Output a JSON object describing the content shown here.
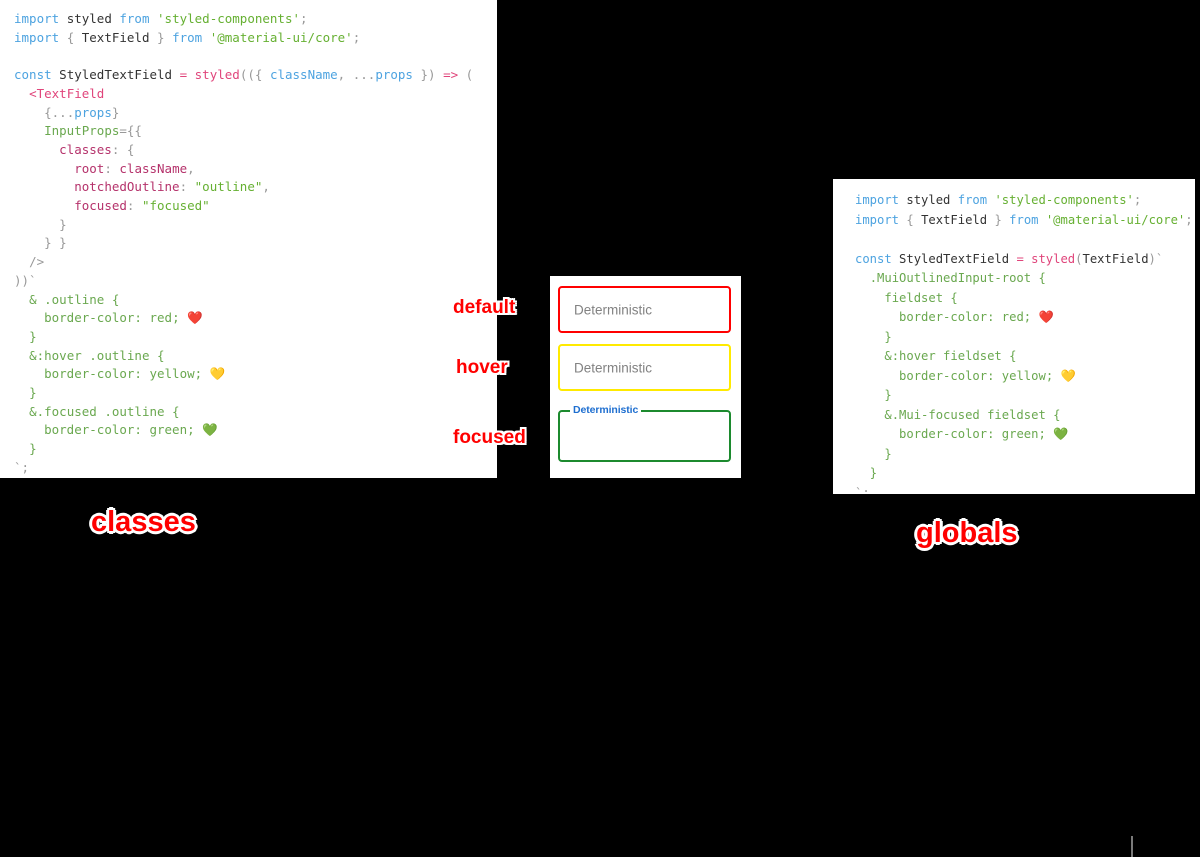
{
  "panels": {
    "classes": {
      "caption": "classes",
      "code_lines": [
        [
          {
            "t": "import",
            "c": "kw"
          },
          {
            "t": " ",
            "c": "plain"
          },
          {
            "t": "styled",
            "c": "def"
          },
          {
            "t": " ",
            "c": "plain"
          },
          {
            "t": "from",
            "c": "kw"
          },
          {
            "t": " ",
            "c": "plain"
          },
          {
            "t": "'styled-components'",
            "c": "str"
          },
          {
            "t": ";",
            "c": "punc"
          }
        ],
        [
          {
            "t": "import",
            "c": "kw"
          },
          {
            "t": " ",
            "c": "plain"
          },
          {
            "t": "{",
            "c": "punc"
          },
          {
            "t": " ",
            "c": "plain"
          },
          {
            "t": "TextField",
            "c": "def"
          },
          {
            "t": " ",
            "c": "plain"
          },
          {
            "t": "}",
            "c": "punc"
          },
          {
            "t": " ",
            "c": "plain"
          },
          {
            "t": "from",
            "c": "kw"
          },
          {
            "t": " ",
            "c": "plain"
          },
          {
            "t": "'@material-ui/core'",
            "c": "str"
          },
          {
            "t": ";",
            "c": "punc"
          }
        ],
        [],
        [
          {
            "t": "const",
            "c": "kw"
          },
          {
            "t": " ",
            "c": "plain"
          },
          {
            "t": "StyledTextField",
            "c": "def"
          },
          {
            "t": " ",
            "c": "plain"
          },
          {
            "t": "=",
            "c": "op"
          },
          {
            "t": " ",
            "c": "plain"
          },
          {
            "t": "styled",
            "c": "op"
          },
          {
            "t": "((",
            "c": "punc"
          },
          {
            "t": "{",
            "c": "punc"
          },
          {
            "t": " ",
            "c": "plain"
          },
          {
            "t": "className",
            "c": "var"
          },
          {
            "t": ",",
            "c": "punc"
          },
          {
            "t": " ",
            "c": "plain"
          },
          {
            "t": "...",
            "c": "punc"
          },
          {
            "t": "props",
            "c": "var"
          },
          {
            "t": " ",
            "c": "plain"
          },
          {
            "t": "})",
            "c": "punc"
          },
          {
            "t": " ",
            "c": "plain"
          },
          {
            "t": "=>",
            "c": "op"
          },
          {
            "t": " ",
            "c": "plain"
          },
          {
            "t": "(",
            "c": "punc"
          }
        ],
        [
          {
            "t": "  ",
            "c": "plain"
          },
          {
            "t": "<TextField",
            "c": "tag"
          }
        ],
        [
          {
            "t": "    ",
            "c": "plain"
          },
          {
            "t": "{",
            "c": "punc"
          },
          {
            "t": "...",
            "c": "punc"
          },
          {
            "t": "props",
            "c": "var"
          },
          {
            "t": "}",
            "c": "punc"
          }
        ],
        [
          {
            "t": "    ",
            "c": "plain"
          },
          {
            "t": "InputProps",
            "c": "attr"
          },
          {
            "t": "={{",
            "c": "punc"
          }
        ],
        [
          {
            "t": "      ",
            "c": "plain"
          },
          {
            "t": "classes",
            "c": "prop"
          },
          {
            "t": ":",
            "c": "punc"
          },
          {
            "t": " ",
            "c": "plain"
          },
          {
            "t": "{",
            "c": "punc"
          }
        ],
        [
          {
            "t": "        ",
            "c": "plain"
          },
          {
            "t": "root",
            "c": "prop"
          },
          {
            "t": ":",
            "c": "punc"
          },
          {
            "t": " ",
            "c": "plain"
          },
          {
            "t": "className",
            "c": "prop"
          },
          {
            "t": ",",
            "c": "punc"
          }
        ],
        [
          {
            "t": "        ",
            "c": "plain"
          },
          {
            "t": "notchedOutline",
            "c": "prop"
          },
          {
            "t": ":",
            "c": "punc"
          },
          {
            "t": " ",
            "c": "plain"
          },
          {
            "t": "\"outline\"",
            "c": "str"
          },
          {
            "t": ",",
            "c": "punc"
          }
        ],
        [
          {
            "t": "        ",
            "c": "plain"
          },
          {
            "t": "focused",
            "c": "prop"
          },
          {
            "t": ":",
            "c": "punc"
          },
          {
            "t": " ",
            "c": "plain"
          },
          {
            "t": "\"focused\"",
            "c": "str"
          }
        ],
        [
          {
            "t": "      ",
            "c": "plain"
          },
          {
            "t": "}",
            "c": "punc"
          }
        ],
        [
          {
            "t": "    ",
            "c": "plain"
          },
          {
            "t": "} }",
            "c": "punc"
          }
        ],
        [
          {
            "t": "  ",
            "c": "plain"
          },
          {
            "t": "/>",
            "c": "punc"
          }
        ],
        [
          {
            "t": "))`",
            "c": "punc"
          }
        ],
        [
          {
            "t": "  ",
            "c": "plain"
          },
          {
            "t": "& .outline {",
            "c": "sel"
          }
        ],
        [
          {
            "t": "    ",
            "c": "plain"
          },
          {
            "t": "border-color",
            "c": "sel"
          },
          {
            "t": ": ",
            "c": "sel"
          },
          {
            "t": "red",
            "c": "sel"
          },
          {
            "t": "; ",
            "c": "sel"
          },
          {
            "t": "❤️",
            "c": "emoji"
          }
        ],
        [
          {
            "t": "  ",
            "c": "plain"
          },
          {
            "t": "}",
            "c": "sel"
          }
        ],
        [
          {
            "t": "  ",
            "c": "plain"
          },
          {
            "t": "&:hover .outline {",
            "c": "sel"
          }
        ],
        [
          {
            "t": "    ",
            "c": "plain"
          },
          {
            "t": "border-color",
            "c": "sel"
          },
          {
            "t": ": ",
            "c": "sel"
          },
          {
            "t": "yellow",
            "c": "sel"
          },
          {
            "t": "; ",
            "c": "sel"
          },
          {
            "t": "💛",
            "c": "emoji"
          }
        ],
        [
          {
            "t": "  ",
            "c": "plain"
          },
          {
            "t": "}",
            "c": "sel"
          }
        ],
        [
          {
            "t": "  ",
            "c": "plain"
          },
          {
            "t": "&.focused .outline {",
            "c": "sel"
          }
        ],
        [
          {
            "t": "    ",
            "c": "plain"
          },
          {
            "t": "border-color",
            "c": "sel"
          },
          {
            "t": ": ",
            "c": "sel"
          },
          {
            "t": "green",
            "c": "sel"
          },
          {
            "t": "; ",
            "c": "sel"
          },
          {
            "t": "💚",
            "c": "emoji"
          }
        ],
        [
          {
            "t": "  ",
            "c": "plain"
          },
          {
            "t": "}",
            "c": "sel"
          }
        ],
        [
          {
            "t": "`;",
            "c": "punc"
          }
        ]
      ]
    },
    "globals": {
      "caption": "globals",
      "code_lines": [
        [
          {
            "t": "import",
            "c": "kw"
          },
          {
            "t": " ",
            "c": "plain"
          },
          {
            "t": "styled",
            "c": "def"
          },
          {
            "t": " ",
            "c": "plain"
          },
          {
            "t": "from",
            "c": "kw"
          },
          {
            "t": " ",
            "c": "plain"
          },
          {
            "t": "'styled-components'",
            "c": "str"
          },
          {
            "t": ";",
            "c": "punc"
          }
        ],
        [
          {
            "t": "import",
            "c": "kw"
          },
          {
            "t": " ",
            "c": "plain"
          },
          {
            "t": "{",
            "c": "punc"
          },
          {
            "t": " ",
            "c": "plain"
          },
          {
            "t": "TextField",
            "c": "def"
          },
          {
            "t": " ",
            "c": "plain"
          },
          {
            "t": "}",
            "c": "punc"
          },
          {
            "t": " ",
            "c": "plain"
          },
          {
            "t": "from",
            "c": "kw"
          },
          {
            "t": " ",
            "c": "plain"
          },
          {
            "t": "'@material-ui/core'",
            "c": "str"
          },
          {
            "t": ";",
            "c": "punc"
          }
        ],
        [],
        [
          {
            "t": "const",
            "c": "kw"
          },
          {
            "t": " ",
            "c": "plain"
          },
          {
            "t": "StyledTextField",
            "c": "def"
          },
          {
            "t": " ",
            "c": "plain"
          },
          {
            "t": "=",
            "c": "op"
          },
          {
            "t": " ",
            "c": "plain"
          },
          {
            "t": "styled",
            "c": "op"
          },
          {
            "t": "(",
            "c": "punc"
          },
          {
            "t": "TextField",
            "c": "def"
          },
          {
            "t": ")`",
            "c": "punc"
          }
        ],
        [
          {
            "t": "  ",
            "c": "plain"
          },
          {
            "t": ".MuiOutlinedInput-root {",
            "c": "sel"
          }
        ],
        [
          {
            "t": "    ",
            "c": "plain"
          },
          {
            "t": "fieldset {",
            "c": "sel"
          }
        ],
        [
          {
            "t": "      ",
            "c": "plain"
          },
          {
            "t": "border-color",
            "c": "sel"
          },
          {
            "t": ": ",
            "c": "sel"
          },
          {
            "t": "red",
            "c": "sel"
          },
          {
            "t": "; ",
            "c": "sel"
          },
          {
            "t": "❤️",
            "c": "emoji"
          }
        ],
        [
          {
            "t": "    ",
            "c": "plain"
          },
          {
            "t": "}",
            "c": "sel"
          }
        ],
        [
          {
            "t": "    ",
            "c": "plain"
          },
          {
            "t": "&:hover fieldset {",
            "c": "sel"
          }
        ],
        [
          {
            "t": "      ",
            "c": "plain"
          },
          {
            "t": "border-color",
            "c": "sel"
          },
          {
            "t": ": ",
            "c": "sel"
          },
          {
            "t": "yellow",
            "c": "sel"
          },
          {
            "t": "; ",
            "c": "sel"
          },
          {
            "t": "💛",
            "c": "emoji"
          }
        ],
        [
          {
            "t": "    ",
            "c": "plain"
          },
          {
            "t": "}",
            "c": "sel"
          }
        ],
        [
          {
            "t": "    ",
            "c": "plain"
          },
          {
            "t": "&.Mui-focused fieldset {",
            "c": "sel"
          }
        ],
        [
          {
            "t": "      ",
            "c": "plain"
          },
          {
            "t": "border-color",
            "c": "sel"
          },
          {
            "t": ": ",
            "c": "sel"
          },
          {
            "t": "green",
            "c": "sel"
          },
          {
            "t": "; ",
            "c": "sel"
          },
          {
            "t": "💚",
            "c": "emoji"
          }
        ],
        [
          {
            "t": "    ",
            "c": "plain"
          },
          {
            "t": "}",
            "c": "sel"
          }
        ],
        [
          {
            "t": "  ",
            "c": "plain"
          },
          {
            "t": "}",
            "c": "sel"
          }
        ],
        [
          {
            "t": "`;",
            "c": "punc"
          }
        ]
      ]
    }
  },
  "demo": {
    "fields": [
      {
        "state": "default",
        "value": "Deterministic",
        "border_color": "#ff0000"
      },
      {
        "state": "hover",
        "value": "Deterministic",
        "border_color": "#ffea00"
      },
      {
        "state": "focused",
        "label": "Deterministic",
        "value": "",
        "border_color": "#1c8a2e",
        "label_color": "#1f6fd0"
      }
    ],
    "state_labels": {
      "default": "default",
      "hover": "hover",
      "focused": "focused"
    }
  },
  "colors": {
    "background": "#000000",
    "panel": "#ffffff",
    "annotation": "#ff0000",
    "annotation_stroke": "#ffffff",
    "keyword": "#4da3e0",
    "string": "#66b032",
    "operator": "#e0457b",
    "property": "#b5326b",
    "selector": "#6aa84f"
  }
}
